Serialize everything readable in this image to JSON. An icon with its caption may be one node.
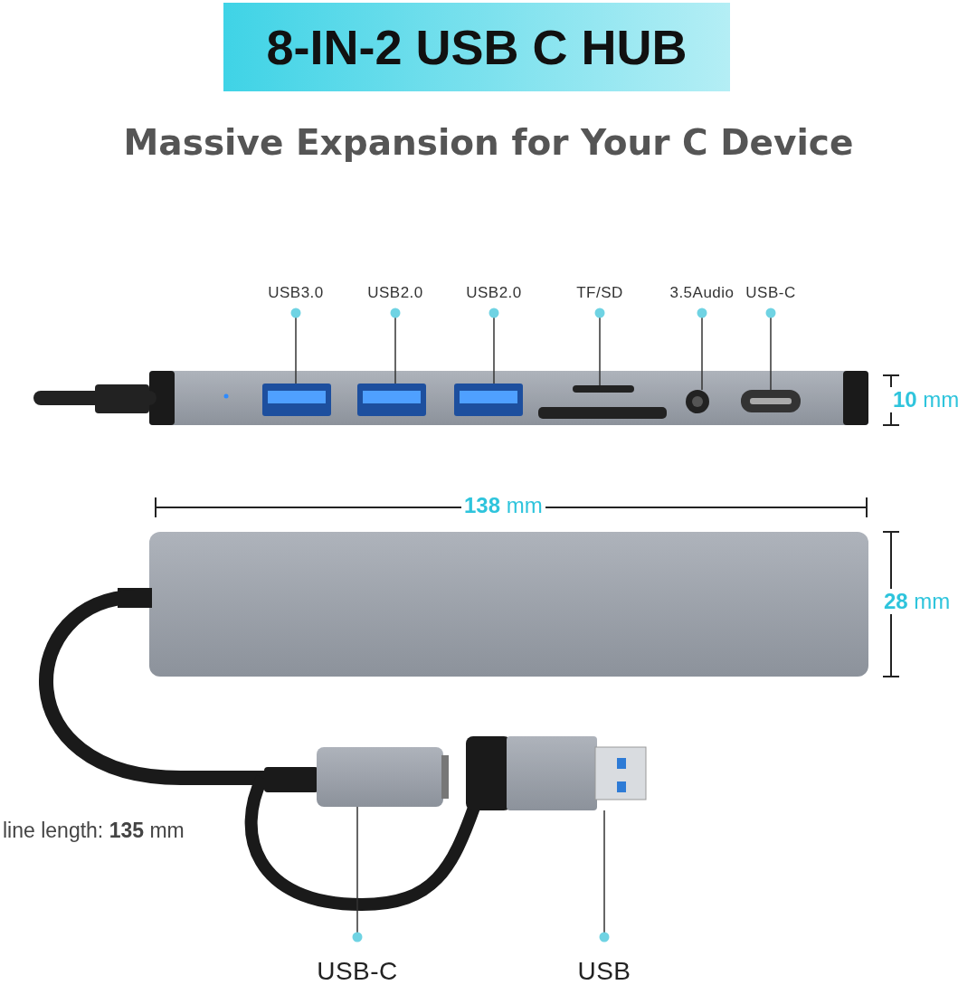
{
  "diagram": {
    "title": "8-IN-2 USB C HUB",
    "nodes": [
      {
        "text": [
          "USB3.0"
        ]
      },
      {
        "text": [
          "USB2.0"
        ]
      },
      {
        "text": [
          "USB2.0"
        ]
      },
      {
        "text": [
          "TF/SD"
        ]
      },
      {
        "text": [
          "3.5Audio"
        ]
      },
      {
        "text": [
          "USB-C"
        ]
      },
      {
        "text": [],
        "shape": "picture"
      },
      {
        "text": [],
        "shape": "picture"
      },
      {
        "text": [],
        "shape": "picture"
      },
      {
        "text": [],
        "shape": "picture"
      },
      {
        "text": [],
        "shape": "picture"
      },
      {
        "text": [],
        "shape": "picture"
      },
      {
        "text": [],
        "shape": "picture"
      },
      {
        "text": [],
        "shape": "picture"
      },
      {
        "text": [
          "USB-C"
        ]
      },
      {
        "text": [
          "USB"
        ]
      }
    ],
    "edges": [
      {
        "from": 0,
        "to": 6,
        "arrow": "other"
      },
      {
        "from": 1,
        "to": 7,
        "arrow": "other"
      },
      {
        "from": 2,
        "to": 8,
        "arrow": "other"
      },
      {
        "from": 3,
        "to": 9,
        "arrow": "other"
      },
      {
        "from": 4,
        "to": 10,
        "arrow": "other"
      },
      {
        "from": 5,
        "to": 11,
        "arrow": "other"
      },
      {
        "from": 14,
        "to": 12,
        "arrow": "other"
      },
      {
        "from": 15,
        "to": 13,
        "arrow": "other"
      }
    ],
    "labels": [
      "Massive Expansion for Your C Device",
      "**10** mm",
      "**138** mm",
      "**28** mm",
      "line length: **135** mm"
    ]
  }
}
